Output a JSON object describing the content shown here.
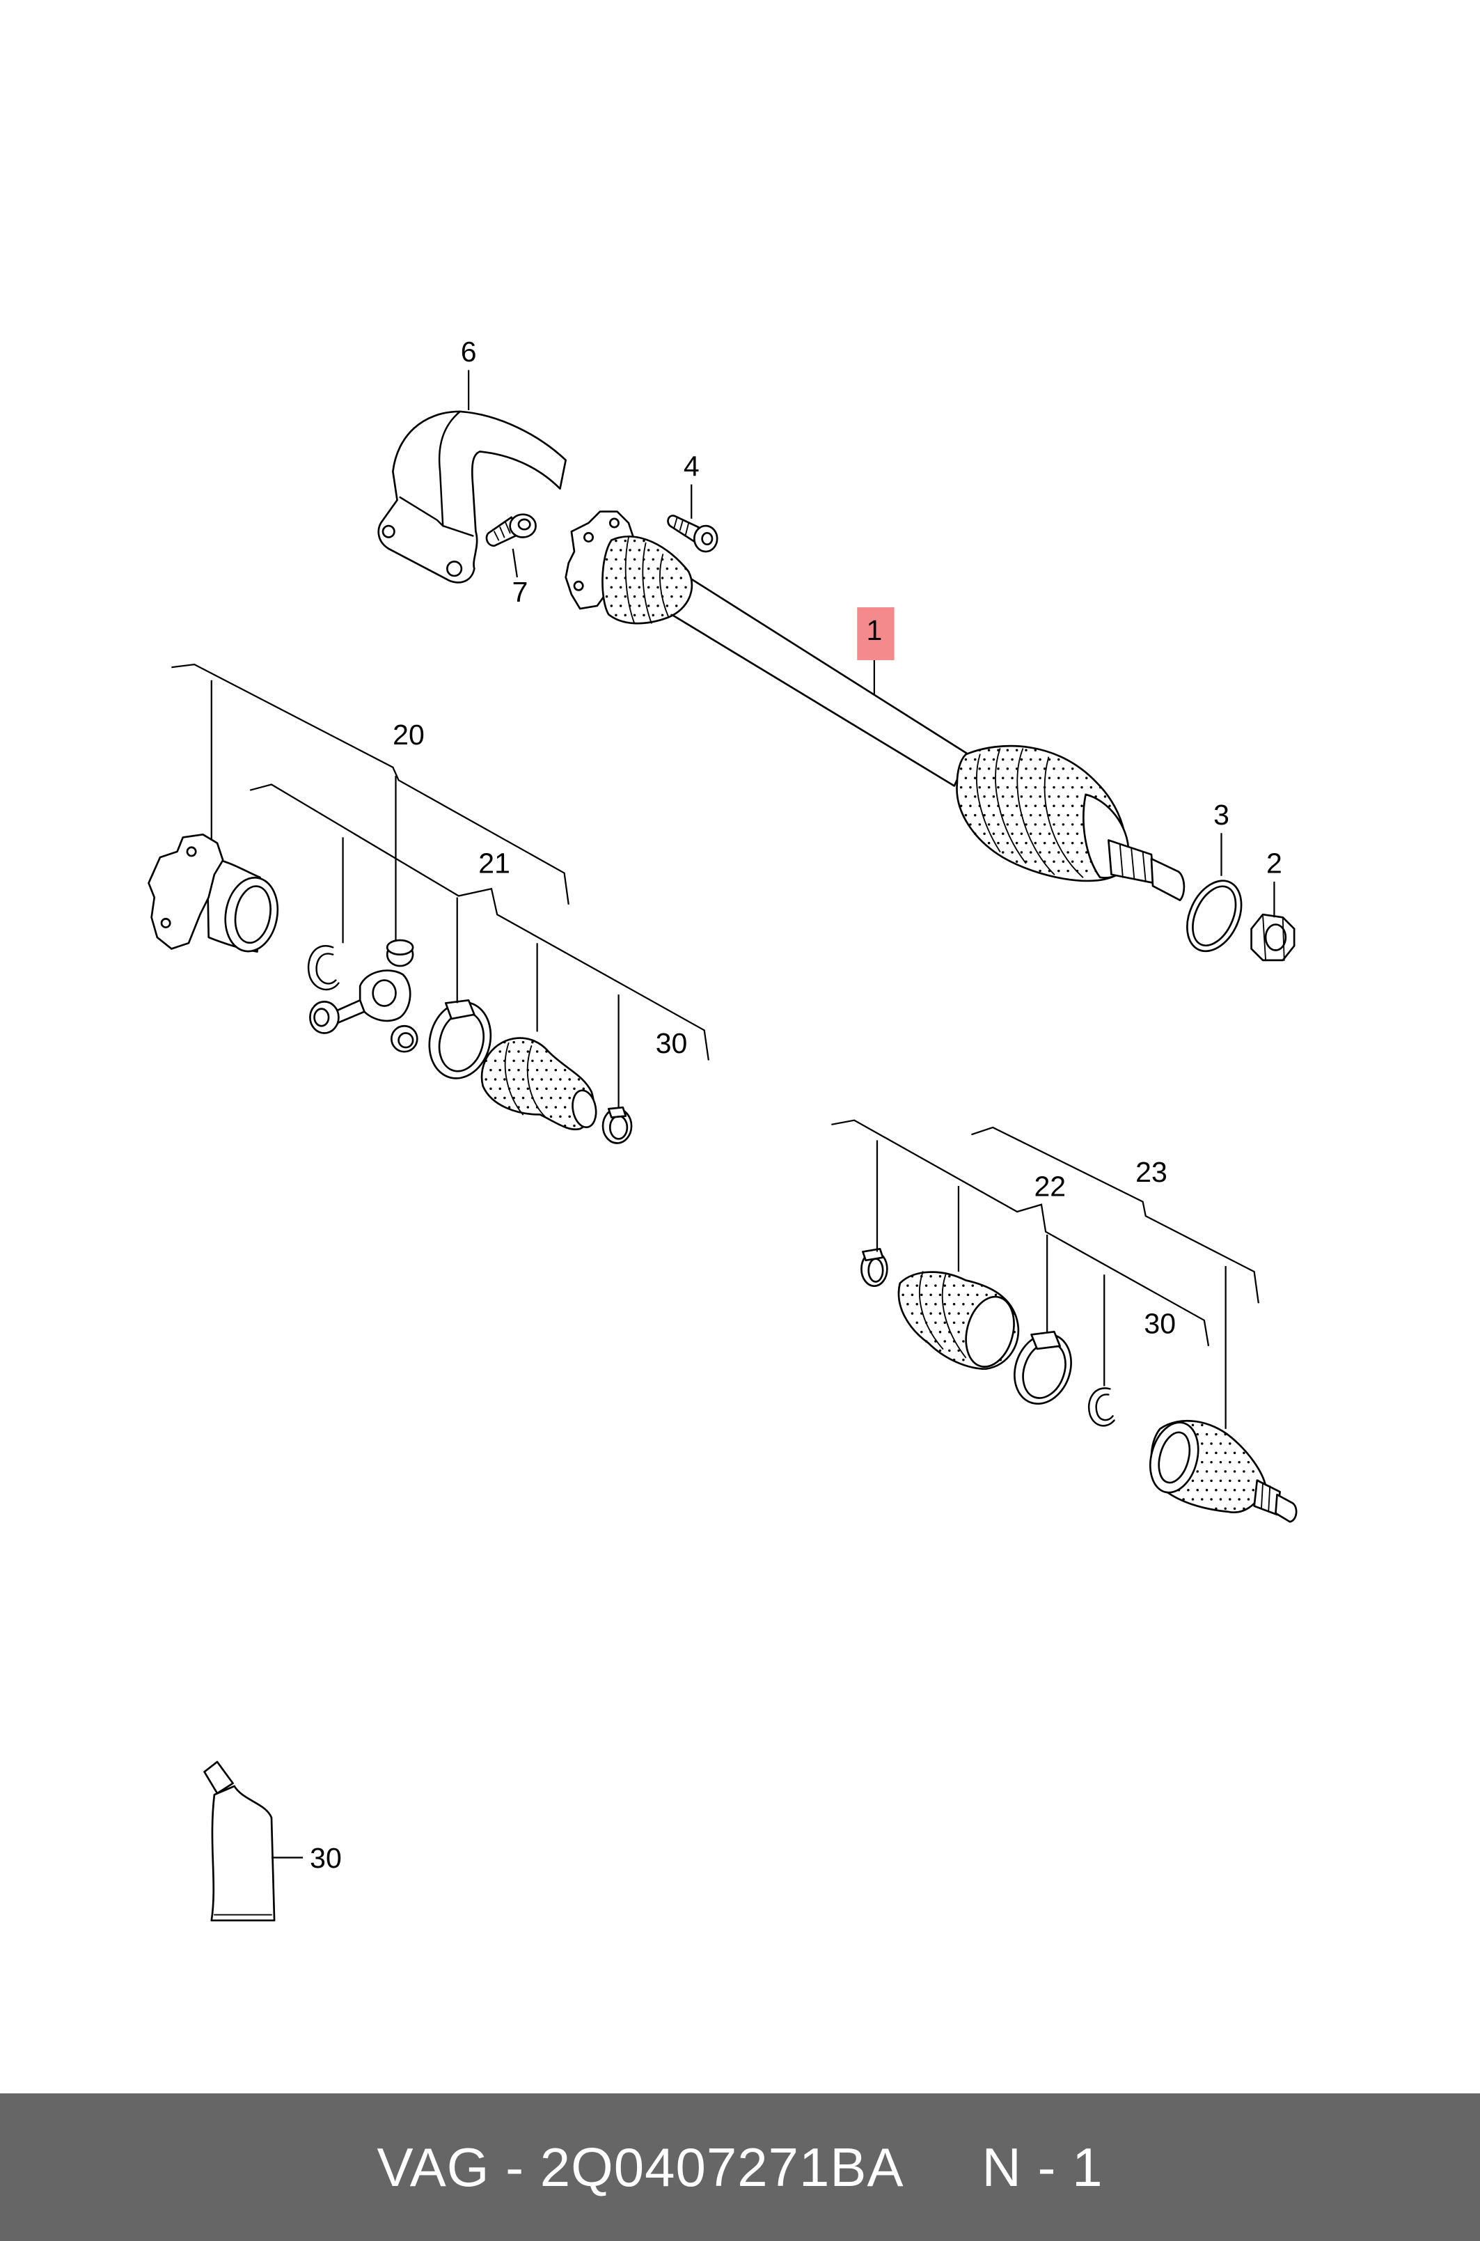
{
  "callouts": [
    "6",
    "4",
    "7",
    "1",
    "3",
    "2",
    "20",
    "21",
    "30",
    "22",
    "23",
    "30",
    "30"
  ],
  "colors": {
    "highlight": "#f48a8c",
    "footer_background": "#666666",
    "footer_text": "#ffffff"
  },
  "footer": {
    "part_number": "VAG - 2Q0407271BA",
    "quantity": "N - 1"
  }
}
